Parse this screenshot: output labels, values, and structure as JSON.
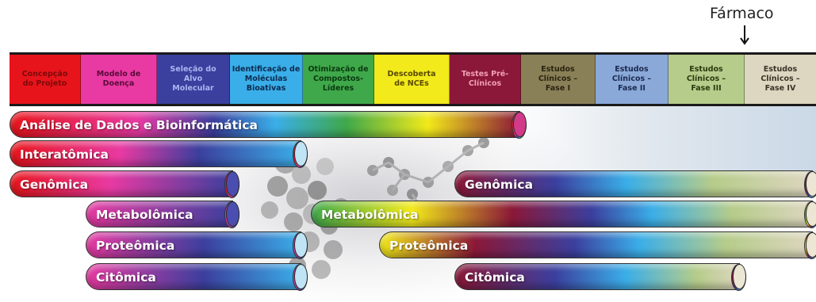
{
  "drug_label": "Fármaco",
  "stages": [
    {
      "lines": [
        "Concepção",
        "do Projeto"
      ],
      "color": "#e8141b",
      "text": "#7a0a0a"
    },
    {
      "lines": [
        "Modelo de",
        "Doença"
      ],
      "color": "#e83aa2",
      "text": "#5a0a3a"
    },
    {
      "lines": [
        "Seleção do",
        "Alvo",
        "Molecular"
      ],
      "color": "#3b3f9e",
      "text": "#aab6f0"
    },
    {
      "lines": [
        "Identificação de",
        "Moléculas",
        "Bioativas"
      ],
      "color": "#3aaee8",
      "text": "#0b2a50"
    },
    {
      "lines": [
        "Otimização de",
        "Compostos-",
        "Líderes"
      ],
      "color": "#3fa84a",
      "text": "#0a3a10"
    },
    {
      "lines": [
        "Descoberta",
        "de NCEs"
      ],
      "color": "#f2ea1a",
      "text": "#5a4a00"
    },
    {
      "lines": [
        "Testes Pré-",
        "Clínicos"
      ],
      "color": "#8b1838",
      "text": "#f0a0b8"
    },
    {
      "lines": [
        "Estudos",
        "Clínicos –",
        "Fase I"
      ],
      "color": "#8a8058",
      "text": "#2a2410"
    },
    {
      "lines": [
        "Estudos",
        "Clínicos –",
        "Fase II"
      ],
      "color": "#8aa8d8",
      "text": "#1a2a50"
    },
    {
      "lines": [
        "Estudos",
        "Clínicos –",
        "Fase III"
      ],
      "color": "#b6cc8a",
      "text": "#2a3a10"
    },
    {
      "lines": [
        "Estudos",
        "Clínicos –",
        "Fase IV"
      ],
      "color": "#ddd6c0",
      "text": "#3a3428"
    }
  ],
  "tubes": [
    {
      "label": "Análise de Dados e Bioinformática"
    },
    {
      "label": "Interatômica"
    },
    {
      "label": "Genômica"
    },
    {
      "label": "Genômica"
    },
    {
      "label": "Metabolômica"
    },
    {
      "label": "Metabolômica"
    },
    {
      "label": "Proteômica"
    },
    {
      "label": "Proteômica"
    },
    {
      "label": "Citômica"
    },
    {
      "label": "Citômica"
    }
  ]
}
